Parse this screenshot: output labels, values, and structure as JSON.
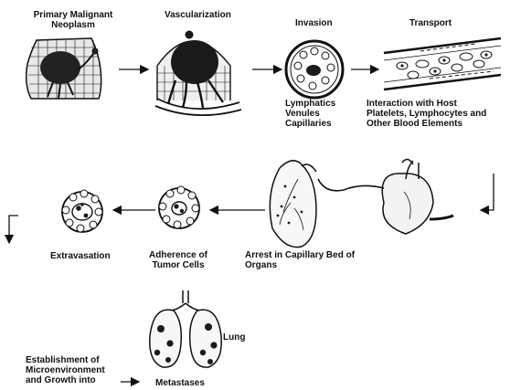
{
  "stages": {
    "primary_neoplasm": "Primary Malignant\nNeoplasm",
    "vascularization": "Vascularization",
    "invasion": "Invasion",
    "invasion_sites": "Lymphatics\nVenules\nCapillaries",
    "transport": "Transport",
    "host_interaction": "Interaction with Host\nPlatelets, Lymphocytes and\nOther Blood Elements",
    "arrest": "Arrest in Capillary Bed of\nOrgans",
    "adherence": "Adherence of\nTumor Cells",
    "extravasation": "Extravasation",
    "establishment": "Establishment of\nMicroenvironment\nand Growth into",
    "metastases": "Metastases",
    "lung": "Lung"
  },
  "colors": {
    "ink": "#111111",
    "background": "#ffffff"
  }
}
